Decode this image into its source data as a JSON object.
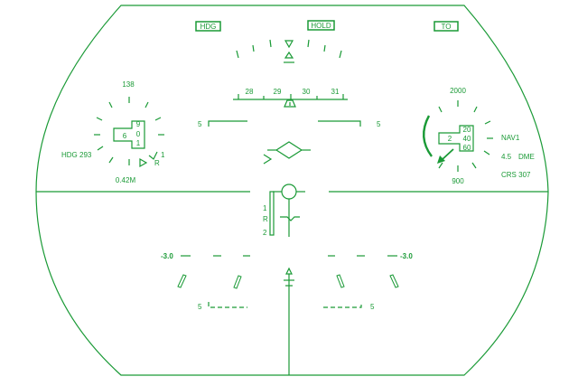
{
  "modes": {
    "left": "HDG",
    "center": "HOLD",
    "right": "TO"
  },
  "heading_tape": {
    "ticks": [
      "28",
      "29",
      "30",
      "31"
    ]
  },
  "pitch": {
    "upper_left": "5",
    "upper_right": "5",
    "lower_left": "5",
    "lower_right": "5",
    "neg_left": "-3.0",
    "neg_right": "-3.0"
  },
  "airspeed_gauge": {
    "top_value": "138",
    "box_top": "9",
    "box_left": "6",
    "box_mid": "0",
    "box_bot": "1",
    "side_one": "1",
    "side_r": "R",
    "hdg_label": "HDG 293",
    "bottom_value": "0.42M"
  },
  "altitude_gauge": {
    "top_value": "2000",
    "box_top": "20",
    "box_left": "2",
    "box_mid": "40",
    "box_bot": "60",
    "bottom_value": "900"
  },
  "nav": {
    "source": "NAV1",
    "dme_value": "4.5",
    "dme_label": "DME",
    "course": "CRS 307"
  },
  "vertical_scale": {
    "top": "1",
    "mid": "R",
    "bot": "2"
  },
  "colors": {
    "symbology": "#1a9a36",
    "background": "#ffffff"
  }
}
